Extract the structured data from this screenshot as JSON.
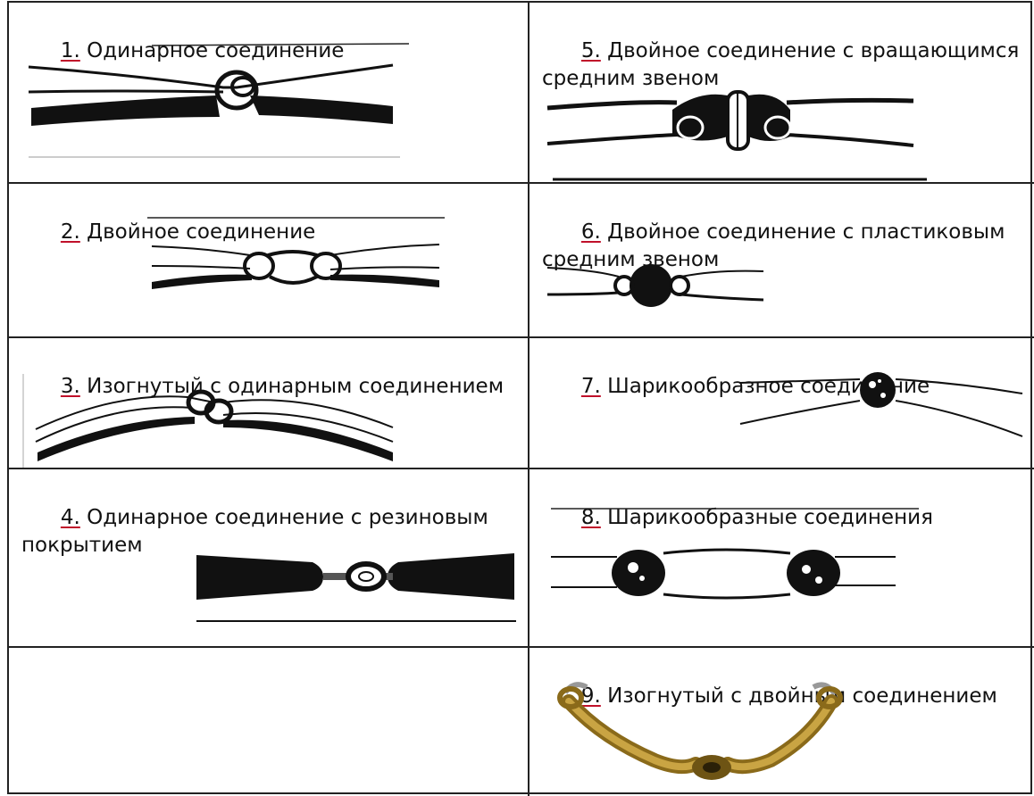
{
  "items": [
    {
      "num": "1.",
      "label": " Одинарное соединение"
    },
    {
      "num": "2.",
      "label": " Двойное соединение"
    },
    {
      "num": "3.",
      "label": " Изогнутый с одинарным соединением"
    },
    {
      "num": "4.",
      "label": " Одинарное соединение с резиновым покрытием"
    },
    {
      "num": "5.",
      "label": " Двойное соединение с вращающимся средним звеном"
    },
    {
      "num": "6.",
      "label": " Двойное соединение с пластиковым средним звеном"
    },
    {
      "num": "7.",
      "label": " Шарикообразное соединение"
    },
    {
      "num": "8.",
      "label": " Шарикообразные соединения"
    },
    {
      "num": "9.",
      "label": " Изогнутый с двойным соединением"
    }
  ]
}
